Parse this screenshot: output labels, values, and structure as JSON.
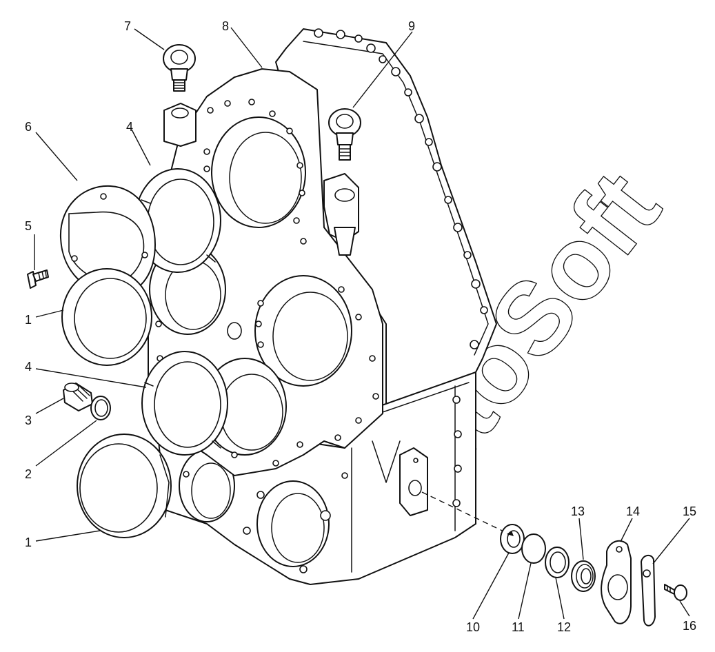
{
  "watermark": "AutoSoft",
  "callouts": [
    {
      "id": "c1a",
      "text": "1"
    },
    {
      "id": "c1b",
      "text": "1"
    },
    {
      "id": "c2",
      "text": "2"
    },
    {
      "id": "c3",
      "text": "3"
    },
    {
      "id": "c4a",
      "text": "4"
    },
    {
      "id": "c4b",
      "text": "4"
    },
    {
      "id": "c5",
      "text": "5"
    },
    {
      "id": "c6",
      "text": "6"
    },
    {
      "id": "c7",
      "text": "7"
    },
    {
      "id": "c8",
      "text": "8"
    },
    {
      "id": "c9",
      "text": "9"
    },
    {
      "id": "c10",
      "text": "10"
    },
    {
      "id": "c11",
      "text": "11"
    },
    {
      "id": "c12",
      "text": "12"
    },
    {
      "id": "c13",
      "text": "13"
    },
    {
      "id": "c14",
      "text": "14"
    },
    {
      "id": "c15",
      "text": "15"
    },
    {
      "id": "c16",
      "text": "16"
    }
  ]
}
